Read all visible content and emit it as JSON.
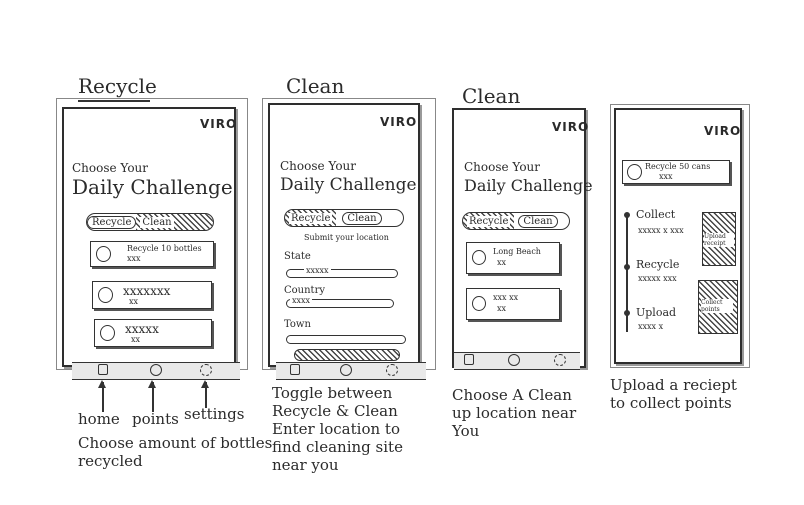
{
  "brand": "VIRO",
  "screen_titles": [
    "Recycle",
    "Clean",
    "Clean"
  ],
  "common": {
    "headline_1": "Choose Your",
    "headline_2": "Daily Challenge"
  },
  "screen1": {
    "toggle": [
      "Recycle",
      "Clean"
    ],
    "cards": [
      {
        "label": "Recycle 10 bottles",
        "sub": "xxx"
      },
      {
        "label": "xxxxxxx",
        "sub": "xx"
      },
      {
        "label": "xxxxx",
        "sub": "xx"
      }
    ]
  },
  "screen2": {
    "toggle": [
      "Recycle",
      "Clean"
    ],
    "instruction": "Submit your location",
    "fields": [
      {
        "label": "State",
        "value": "xxxxx"
      },
      {
        "label": "Country",
        "value": "xxxx"
      },
      {
        "label": "Town",
        "value": ""
      }
    ]
  },
  "screen3": {
    "toggle": [
      "Recycle",
      "Clean"
    ],
    "cards": [
      {
        "label": "Long Beach",
        "sub": "xx"
      },
      {
        "label": "xxx xx",
        "sub": "xx"
      }
    ]
  },
  "screen4": {
    "top_card": {
      "label": "Recycle 50 cans",
      "sub": "xxx"
    },
    "steps": [
      {
        "label": "Collect",
        "sub": "xxxxx x xxx"
      },
      {
        "label": "Recycle",
        "sub": "xxxxx xxx"
      },
      {
        "label": "Upload",
        "sub": "xxxx x"
      }
    ],
    "boxes": [
      "Upload receipt",
      "Collect points"
    ]
  },
  "notes": {
    "nav_home": "home",
    "nav_points": "points",
    "nav_settings": "settings",
    "screen1_note_1": "Choose amount of bottles",
    "screen1_note_2": "recycled",
    "screen2_note": [
      "Toggle between",
      "Recycle & Clean",
      "Enter location to",
      "find cleaning site",
      "near you"
    ],
    "screen3_note": [
      "Choose A Clean",
      "up location near",
      "You"
    ],
    "screen4_note": [
      "Upload a reciept",
      "to collect points"
    ]
  },
  "colors": {
    "ink": "#2e2e2e",
    "paper": "#ffffff",
    "navbar": "#e9e9e9"
  }
}
